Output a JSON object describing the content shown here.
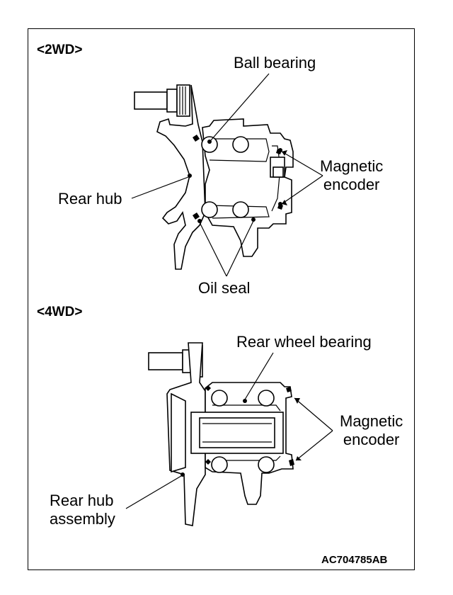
{
  "sections": {
    "twowd": {
      "title": "<2WD>",
      "labels": {
        "ball_bearing": "Ball bearing",
        "rear_hub": "Rear hub",
        "magnetic_encoder": "Magnetic\nencoder",
        "oil_seal": "Oil seal"
      }
    },
    "fourwd": {
      "title": "<4WD>",
      "labels": {
        "rear_wheel_bearing": "Rear wheel bearing",
        "magnetic_encoder": "Magnetic\nencoder",
        "rear_hub_assembly": "Rear hub\nassembly"
      }
    }
  },
  "figure_code": "AC704785AB"
}
